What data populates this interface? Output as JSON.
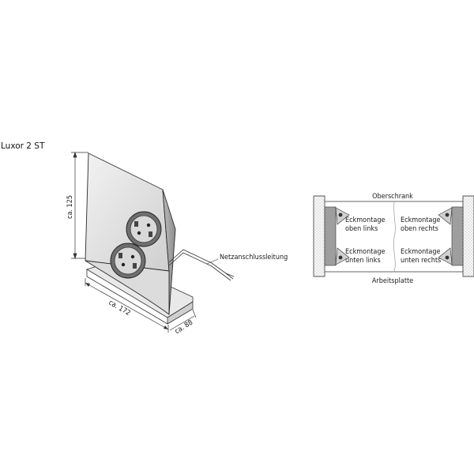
{
  "product": {
    "title": "Luxor 2 ST"
  },
  "dimensions": {
    "height": "ca. 125",
    "width": "ca. 172",
    "depth": "ca. 88"
  },
  "cable_label": "Netzanschlussleitung",
  "mounting": {
    "top_label": "Oberschrank",
    "bottom_label": "Arbeitsplatte",
    "top_left": [
      "Eckmontage",
      "oben links"
    ],
    "top_right": [
      "Eckmontage",
      "oben rechts"
    ],
    "bottom_left": [
      "Eckmontage",
      "unten links"
    ],
    "bottom_right": [
      "Eckmontage",
      "unten rechts"
    ]
  }
}
